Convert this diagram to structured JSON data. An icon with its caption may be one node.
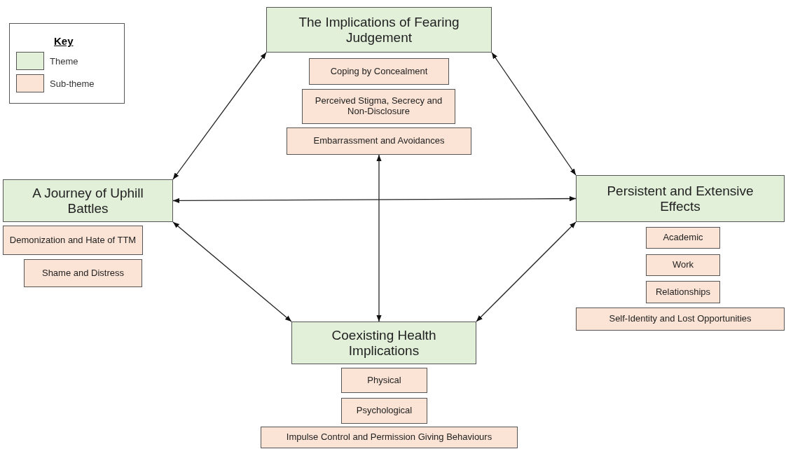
{
  "diagram": {
    "nodes": [
      {
        "text": [
          "The Implications of Fearing Judgement"
        ]
      },
      {
        "text": [
          "Coping by Concealment"
        ]
      },
      {
        "text": [
          "Perceived Stigma, Secrecy and Non-Disclosure"
        ]
      },
      {
        "text": [
          "Embarrassment and Avoidances"
        ]
      },
      {
        "text": [
          "A Journey of Uphill Battles"
        ]
      },
      {
        "text": [
          "Demonization and Hate of TTM"
        ]
      },
      {
        "text": [
          "Shame and Distress"
        ]
      },
      {
        "text": [
          "Persistent and Extensive Effects"
        ]
      },
      {
        "text": [
          "Academic"
        ]
      },
      {
        "text": [
          "Work"
        ]
      },
      {
        "text": [
          "Relationships"
        ]
      },
      {
        "text": [
          "Self-Identity and Lost Opportunities"
        ]
      },
      {
        "text": [
          "Coexisting Health Implications"
        ]
      },
      {
        "text": [
          "Physical"
        ]
      },
      {
        "text": [
          "Psychological"
        ]
      },
      {
        "text": [
          "Impulse Control and Permission Giving Behaviours"
        ]
      }
    ],
    "edges": [
      {
        "from": 0,
        "to": 4,
        "arrow": "both"
      },
      {
        "from": 0,
        "to": 7,
        "arrow": "both"
      },
      {
        "from": 4,
        "to": 7,
        "arrow": "both"
      },
      {
        "from": 3,
        "to": 12,
        "arrow": "both"
      },
      {
        "from": 4,
        "to": 12,
        "arrow": "both"
      },
      {
        "from": 7,
        "to": 12,
        "arrow": "both"
      }
    ],
    "labels": [
      "Key"
    ],
    "legend": [
      {
        "text": "Theme",
        "color": "#e2efd9"
      },
      {
        "text": "Sub-theme",
        "color": "#fbe4d5"
      }
    ]
  }
}
